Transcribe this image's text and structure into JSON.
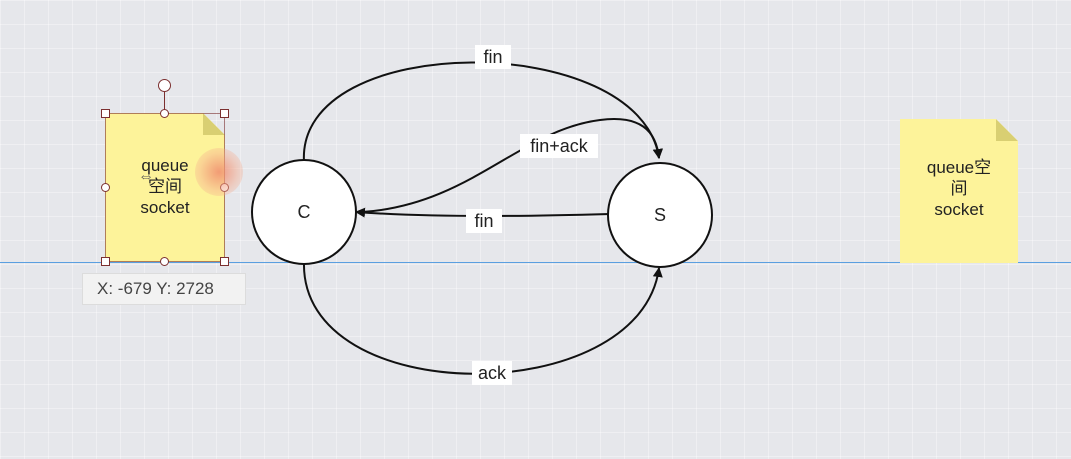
{
  "diagram": {
    "nodes": {
      "client": {
        "label": "C"
      },
      "server": {
        "label": "S"
      }
    },
    "edges": {
      "top": {
        "label": "fin"
      },
      "fin_ack": {
        "label": "fin+ack"
      },
      "middle": {
        "label": "fin"
      },
      "bottom": {
        "label": "ack"
      }
    }
  },
  "notes": {
    "left": {
      "line1": "queue",
      "line2": "空间",
      "line3": "socket"
    },
    "right": {
      "line1": "queue空",
      "line2": "间",
      "line3": "socket"
    }
  },
  "coordinate_tooltip": {
    "text": "X: -679  Y: 2728"
  },
  "colors": {
    "note_fill": "#fdf39a",
    "guide_line": "#5a9fe0",
    "canvas": "#e6e7eb"
  }
}
